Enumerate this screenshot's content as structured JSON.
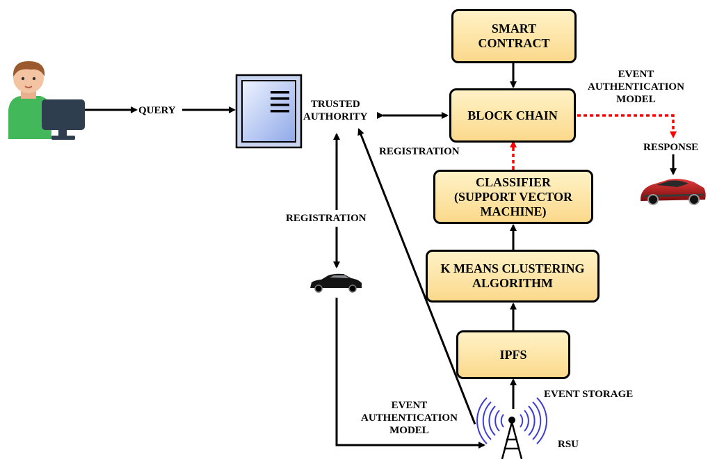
{
  "boxes": {
    "smart_contract": [
      "SMART",
      "CONTRACT"
    ],
    "block_chain": [
      "BLOCK CHAIN"
    ],
    "classifier": [
      "CLASSIFIER",
      "(SUPPORT VECTOR",
      "MACHINE)"
    ],
    "kmeans": [
      "K MEANS CLUSTERING",
      "ALGORITHM"
    ],
    "ipfs": [
      "IPFS"
    ]
  },
  "labels": {
    "query": "QUERY",
    "trusted_authority": [
      "TRUSTED",
      "AUTHORITY"
    ],
    "registration_top": "REGISTRATION",
    "registration_left": "REGISTRATION",
    "event_auth_top": [
      "EVENT",
      "AUTHENTICATION",
      "MODEL"
    ],
    "response": "RESPONSE",
    "event_storage": "EVENT STORAGE",
    "event_auth_bottom": [
      "EVENT",
      "AUTHENTICATION",
      "MODEL"
    ],
    "rsu": "RSU"
  },
  "colors": {
    "box_top": "#fff2c6",
    "box_bottom": "#fbd98c",
    "dotted_arrow": "#ff0000",
    "arrow": "#000000",
    "antenna_waves": "#3b3bd6"
  },
  "icons": [
    "user-at-computer-icon",
    "server-icon",
    "car-icon",
    "sports-car-icon",
    "rsu-tower-icon"
  ]
}
